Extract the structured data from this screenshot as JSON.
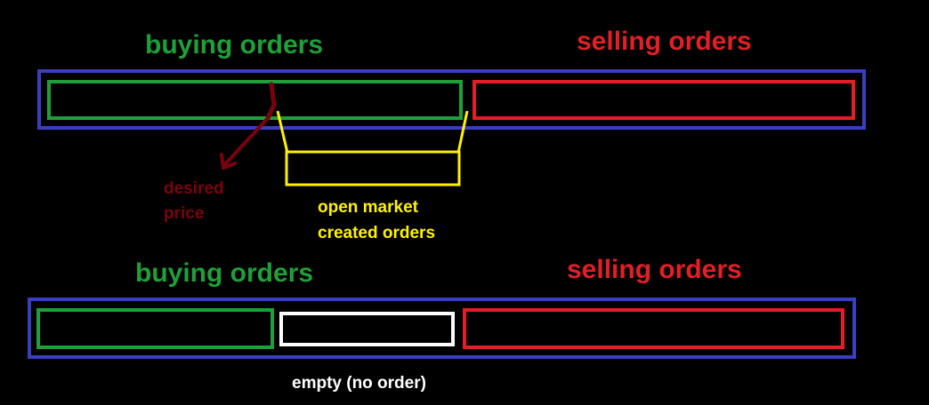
{
  "top": {
    "buying_label": "buying orders",
    "selling_label": "selling orders",
    "desired_price_label": [
      "desired",
      "price"
    ],
    "open_market_label": [
      "open market",
      "created orders"
    ]
  },
  "bottom": {
    "buying_label": "buying orders",
    "selling_label": "selling orders",
    "empty_label": "empty (no order)"
  },
  "colors": {
    "buying": "#1f9f3a",
    "selling": "#e21f26",
    "container": "#3a3fc0",
    "open_market": "#fff200",
    "desired_price": "#7a0010",
    "empty": "#ffffff"
  }
}
